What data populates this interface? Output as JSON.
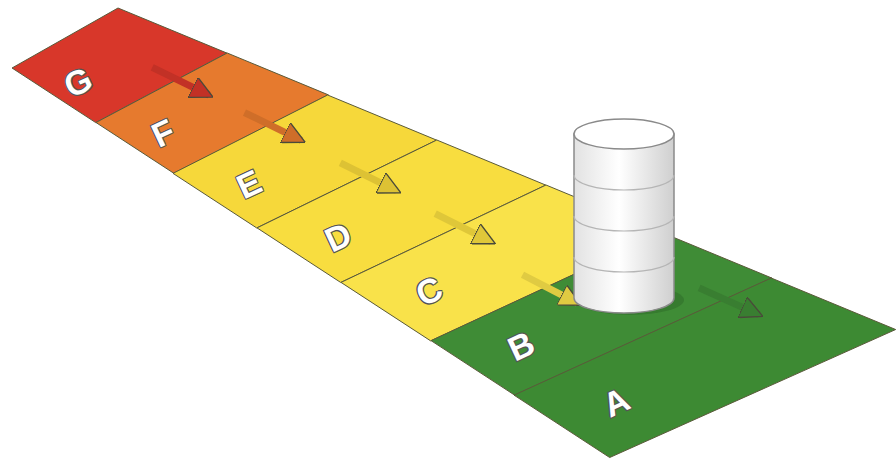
{
  "diagram": {
    "nodes": [
      {
        "text": [
          "G"
        ]
      },
      {
        "text": [
          "F"
        ]
      },
      {
        "text": [
          "E"
        ]
      },
      {
        "text": [
          "D"
        ]
      },
      {
        "text": [
          "C"
        ]
      },
      {
        "text": [
          "B"
        ]
      },
      {
        "text": [
          "A"
        ]
      }
    ],
    "edges": [
      {
        "from": 0,
        "to": 1,
        "arrow": "to"
      },
      {
        "from": 1,
        "to": 2,
        "arrow": "to"
      },
      {
        "from": 2,
        "to": 3,
        "arrow": "to"
      },
      {
        "from": 3,
        "to": 4,
        "arrow": "to"
      },
      {
        "from": 4,
        "to": 5,
        "arrow": "to"
      },
      {
        "from": 5,
        "to": 6,
        "arrow": "to"
      }
    ]
  }
}
